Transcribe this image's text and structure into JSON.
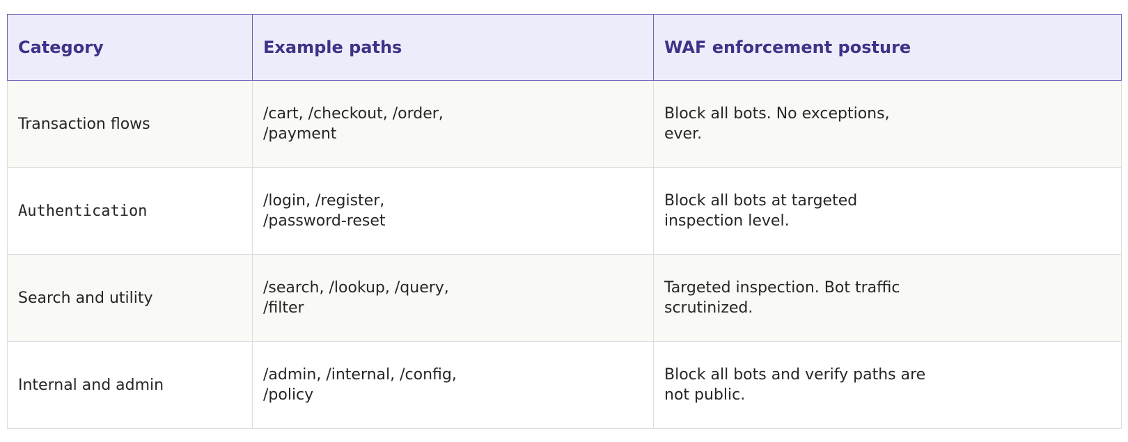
{
  "table": {
    "headers": {
      "category": "Category",
      "paths": "Example paths",
      "posture": "WAF enforcement posture"
    },
    "rows": [
      {
        "category": "Transaction flows",
        "paths": "/cart, /checkout, /order, /payment",
        "posture": "Block all bots. No exceptions, ever."
      },
      {
        "category": "Authentication",
        "paths": "/login, /register, /password-reset",
        "posture": "Block all bots at targeted inspection level."
      },
      {
        "category": "Search and utility",
        "paths": "/search, /lookup, /query, /filter",
        "posture": "Targeted inspection. Bot traffic scrutinized."
      },
      {
        "category": "Internal and admin",
        "paths": "/admin, /internal, /config, /policy",
        "posture": "Block all bots and verify paths are not public."
      }
    ]
  },
  "colors": {
    "header_background": "#edecfb",
    "header_text": "#3d3488",
    "header_border": "#6a63b6",
    "row_alt_background": "#f9f9f6",
    "body_text": "#262626",
    "grid_line": "#dddddd"
  }
}
